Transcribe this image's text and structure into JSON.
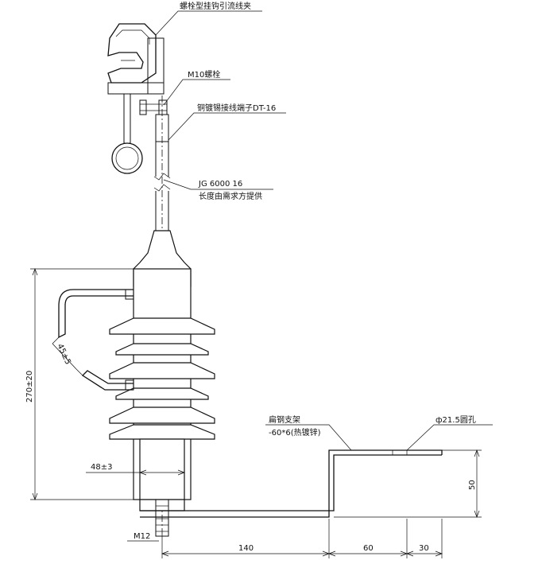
{
  "labels": {
    "clamp": "螺栓型挂钩引流线夹",
    "bolt_m10": "M10螺栓",
    "terminal": "铜镀锡接线端子DT-16",
    "cable_spec": "JG 6000 16",
    "cable_note": "长度由需求方提供",
    "bracket_name": "扁钢支架",
    "bracket_spec": "-60*6(热镀锌)",
    "hole": "ф21.5圆孔",
    "bolt_m12": "M12"
  },
  "dimensions": {
    "height": "270±20",
    "angle": "45±5",
    "diameter": "48±3",
    "bracket_height": "50",
    "len_140": "140",
    "len_60": "60",
    "len_30": "30"
  }
}
